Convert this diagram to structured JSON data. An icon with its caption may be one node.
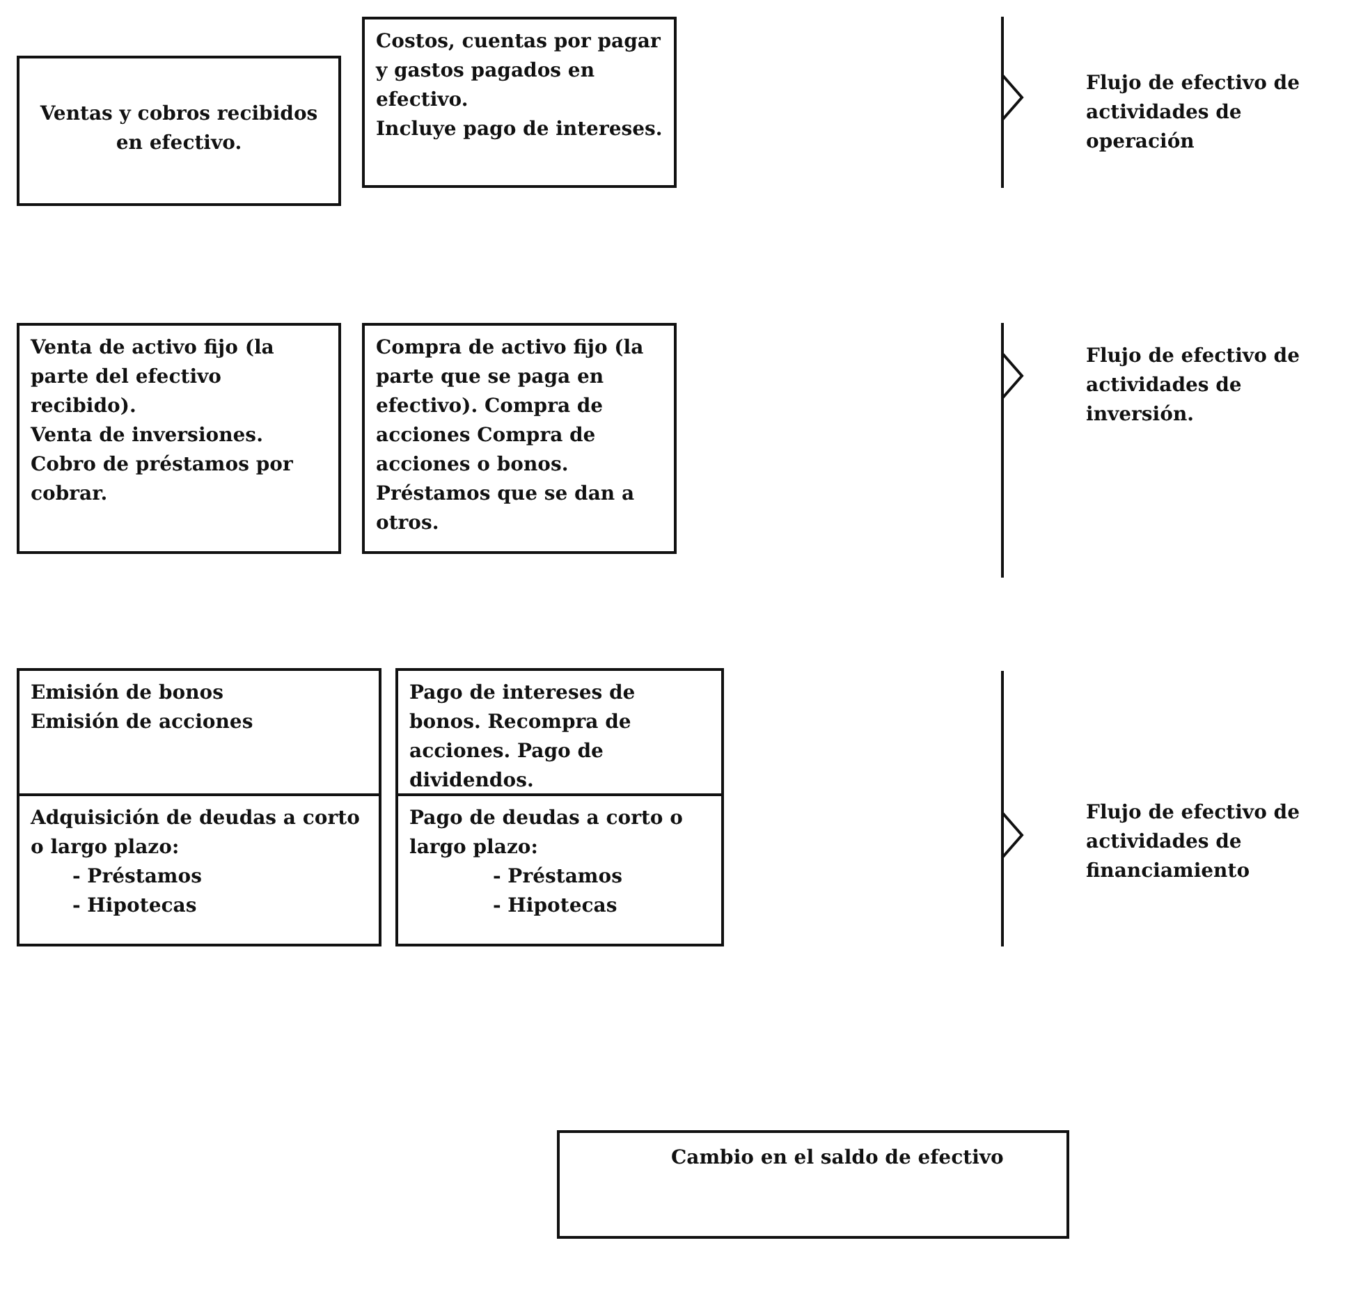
{
  "diagram": {
    "nodes": [
      {
        "text": [
          "Ventas y cobros recibidos en efectivo."
        ]
      },
      {
        "text": [
          "Costos, cuentas por pagar y gastos pagados en efectivo.",
          "Incluye pago de intereses."
        ]
      },
      {
        "text": [
          "Venta de activo fijo (la parte del efectivo recibido).",
          "Venta de inversiones.",
          "Cobro de préstamos por cobrar."
        ]
      },
      {
        "text": [
          "Compra de activo fijo (la parte que se paga en efectivo). Compra de acciones Compra de acciones o bonos. Préstamos que se dan a otros."
        ]
      },
      {
        "text": [
          "Emisión de bonos",
          "Emisión de acciones"
        ]
      },
      {
        "text": [
          "Adquisición de deudas a corto o largo plazo:",
          "- Préstamos",
          "- Hipotecas"
        ]
      },
      {
        "text": [
          "Pago de intereses de bonos. Recompra de acciones. Pago de dividendos."
        ]
      },
      {
        "text": [
          "Pago de deudas a corto o largo plazo:",
          "- Préstamos",
          "- Hipotecas"
        ]
      },
      {
        "text": [
          "Cambio en el saldo de efectivo"
        ]
      }
    ],
    "edges": [],
    "labels": [
      "Flujo de efectivo de actividades de operación",
      "Flujo de efectivo de actividades de inversión.",
      "Flujo de efectivo de actividades de financiamiento"
    ]
  }
}
